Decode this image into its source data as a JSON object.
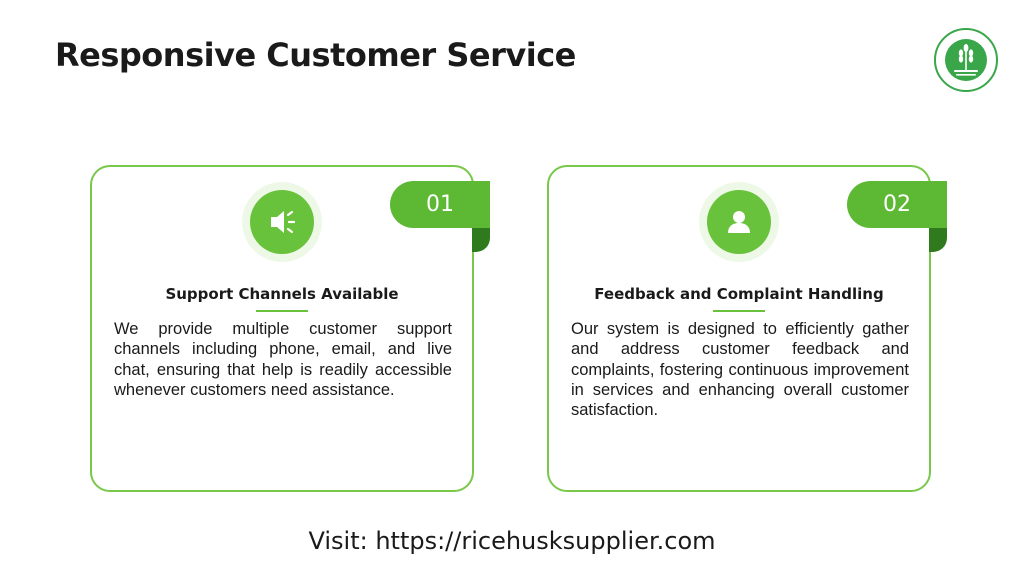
{
  "header": {
    "title": "Responsive Customer Service"
  },
  "logo": {
    "icon": "wheat-emblem",
    "color": "#3aa64a"
  },
  "cards": [
    {
      "number": "01",
      "icon": "megaphone-icon",
      "title": "Support Channels Available",
      "body": "We provide multiple customer support channels including phone, email, and live chat, ensuring that help is readily accessible whenever customers need assistance."
    },
    {
      "number": "02",
      "icon": "user-icon",
      "title": "Feedback and Complaint Handling",
      "body": "Our system is designed to efficiently gather and address customer feedback and complaints, fostering continuous improvement in services and enhancing overall customer satisfaction."
    }
  ],
  "footer": {
    "text": "Visit: https://ricehusksupplier.com"
  },
  "colors": {
    "accent": "#69c23b",
    "accent_dark": "#2f7a1c",
    "border": "#79c84a"
  }
}
